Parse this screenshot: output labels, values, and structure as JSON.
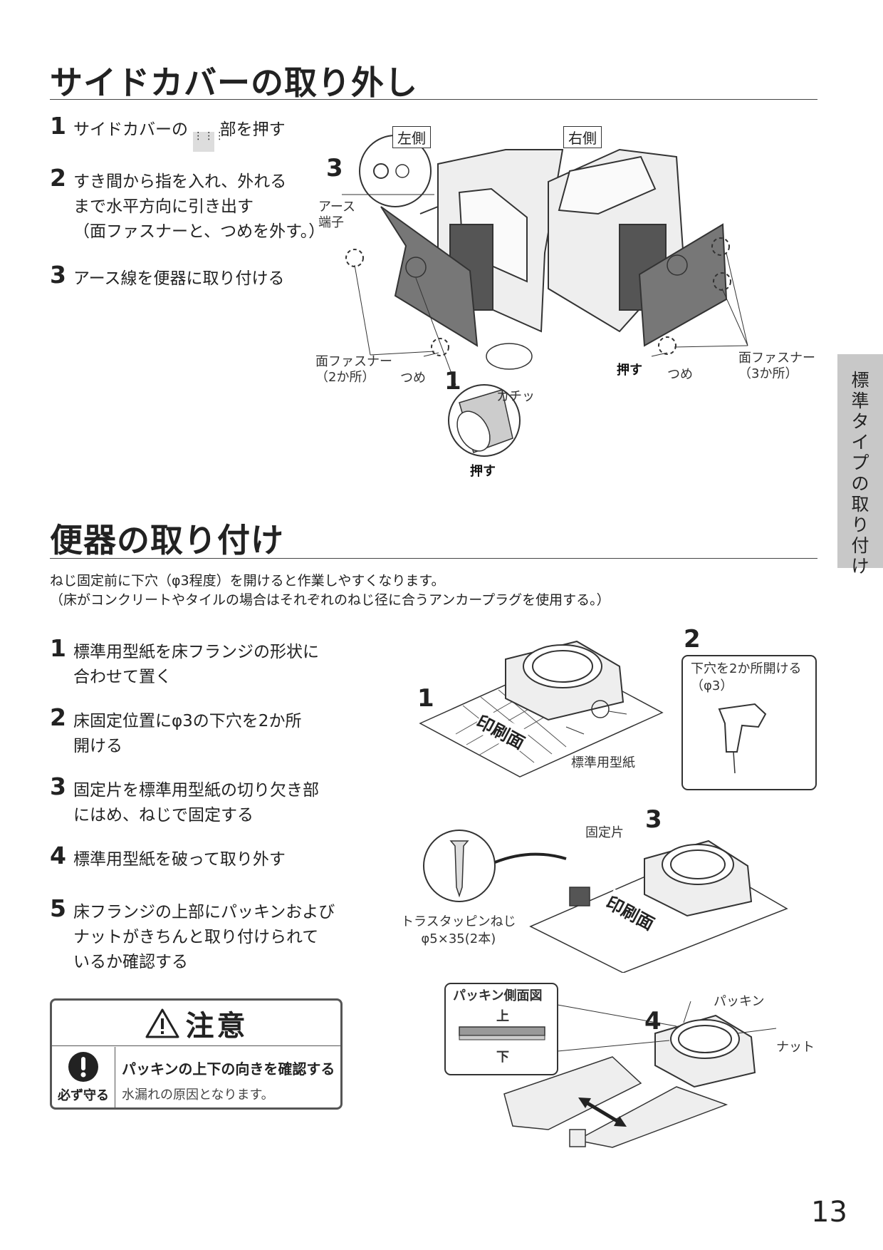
{
  "section1": {
    "title": "サイドカバーの取り外し",
    "steps": [
      {
        "num": "1",
        "pre": "サイドカバーの",
        "post": "部を押す"
      },
      {
        "num": "2",
        "lines": [
          "すき間から指を入れ、外れる",
          "まで水平方向に引き出す",
          "（面ファスナーと、つめを外す。）"
        ]
      },
      {
        "num": "3",
        "lines": [
          "アース線を便器に取り付ける"
        ]
      }
    ],
    "figure": {
      "left_label": "左側",
      "right_label": "右側",
      "step_marks": [
        "3",
        "1"
      ],
      "earth_terminal": [
        "アース",
        "端子"
      ],
      "fastener_left": [
        "面ファスナー",
        "（2か所）"
      ],
      "claw": "つめ",
      "click": "カチッ",
      "push": "押す",
      "fastener_right": [
        "面ファスナー",
        "（3か所）"
      ]
    }
  },
  "section2": {
    "title": "便器の取り付け",
    "intro": [
      "ねじ固定前に下穴（φ3程度）を開けると作業しやすくなります。",
      "（床がコンクリートやタイルの場合はそれぞれのねじ径に合うアンカープラグを使用する。）"
    ],
    "steps": [
      {
        "num": "1",
        "lines": [
          "標準用型紙を床フランジの形状に",
          "合わせて置く"
        ]
      },
      {
        "num": "2",
        "lines": [
          "床固定位置にφ3の下穴を2か所",
          "開ける"
        ]
      },
      {
        "num": "3",
        "lines": [
          "固定片を標準用型紙の切り欠き部",
          "にはめ、ねじで固定する"
        ]
      },
      {
        "num": "4",
        "lines": [
          "標準用型紙を破って取り外す"
        ]
      },
      {
        "num": "5",
        "lines": [
          "床フランジの上部にパッキンおよび",
          "ナットがきちんと取り付けられて",
          "いるか確認する"
        ]
      }
    ],
    "figures": {
      "marks": [
        "1",
        "2",
        "3",
        "4"
      ],
      "print_side": "印刷面",
      "template": "標準用型紙",
      "drill_note": [
        "下穴を2か所開ける",
        "（φ3）"
      ],
      "fixing_piece": "固定片",
      "screw": [
        "トラスタッピンねじ",
        "φ5×35(2本)"
      ],
      "packing_side_view": "パッキン側面図",
      "top": "上",
      "bottom": "下",
      "packing": "パッキン",
      "nut": "ナット"
    }
  },
  "caution": {
    "title": "注意",
    "must": "必ず守る",
    "heading": "パッキンの上下の向きを確認する",
    "body": "水漏れの原因となります。"
  },
  "side_tab": [
    "標",
    "準",
    "タ",
    "イ",
    "プ",
    "の",
    "取",
    "り",
    "付",
    "け"
  ],
  "page_number": "13"
}
